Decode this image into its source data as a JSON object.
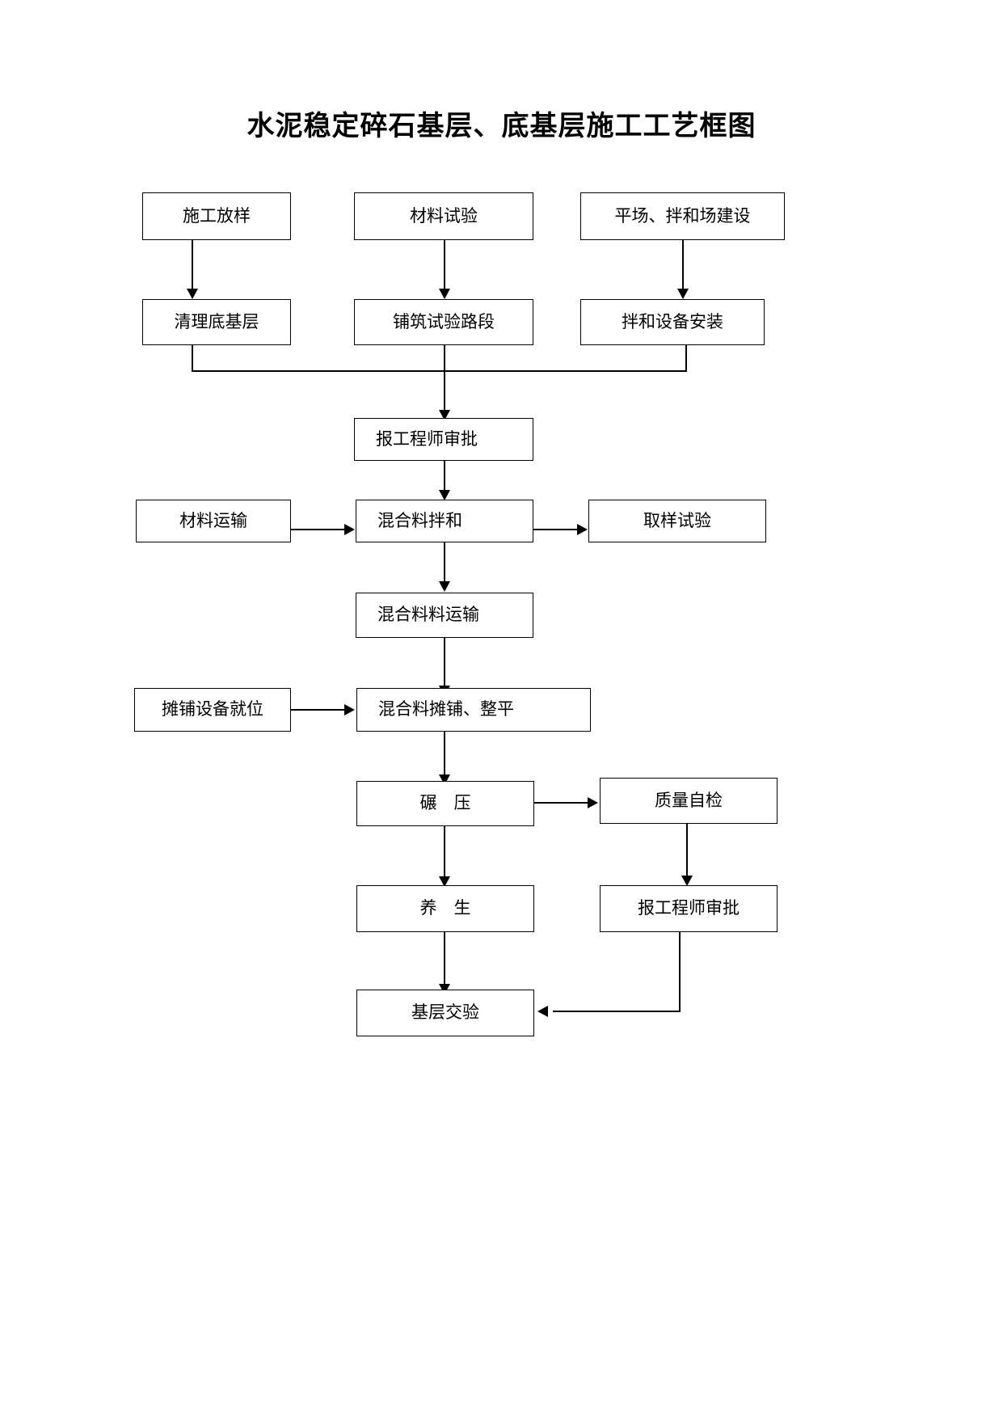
{
  "title": "水泥稳定碎石基层、底基层施工工艺框图",
  "chart_data": {
    "type": "diagram",
    "title": "水泥稳定碎石基层、底基层施工工艺框图",
    "orientation": "top-to-bottom",
    "nodes": [
      {
        "id": "n1",
        "label": "施工放样"
      },
      {
        "id": "n2",
        "label": "材料试验"
      },
      {
        "id": "n3",
        "label": "平场、拌和场建设"
      },
      {
        "id": "n4",
        "label": "清理底基层"
      },
      {
        "id": "n5",
        "label": "铺筑试验路段"
      },
      {
        "id": "n6",
        "label": "拌和设备安装"
      },
      {
        "id": "n7",
        "label": "报工程师审批"
      },
      {
        "id": "n8",
        "label": "材料运输"
      },
      {
        "id": "n9",
        "label": "混合料拌和"
      },
      {
        "id": "n10",
        "label": "取样试验"
      },
      {
        "id": "n11",
        "label": "混合料料运输"
      },
      {
        "id": "n12",
        "label": "摊铺设备就位"
      },
      {
        "id": "n13",
        "label": "混合料摊铺、整平"
      },
      {
        "id": "n14",
        "label": "碾　压"
      },
      {
        "id": "n15",
        "label": "质量自检"
      },
      {
        "id": "n16",
        "label": "养　生"
      },
      {
        "id": "n17",
        "label": "报工程师审批"
      },
      {
        "id": "n18",
        "label": "基层交验"
      }
    ],
    "edges": [
      {
        "from": "n1",
        "to": "n4",
        "dir": "down"
      },
      {
        "from": "n2",
        "to": "n5",
        "dir": "down"
      },
      {
        "from": "n3",
        "to": "n6",
        "dir": "down"
      },
      {
        "from": "n4",
        "to": "n7",
        "dir": "down"
      },
      {
        "from": "n5",
        "to": "n7",
        "dir": "down"
      },
      {
        "from": "n6",
        "to": "n7",
        "dir": "down"
      },
      {
        "from": "n7",
        "to": "n9",
        "dir": "down"
      },
      {
        "from": "n8",
        "to": "n9",
        "dir": "right"
      },
      {
        "from": "n9",
        "to": "n10",
        "dir": "right"
      },
      {
        "from": "n9",
        "to": "n11",
        "dir": "down"
      },
      {
        "from": "n11",
        "to": "n13",
        "dir": "down"
      },
      {
        "from": "n12",
        "to": "n13",
        "dir": "right"
      },
      {
        "from": "n13",
        "to": "n14",
        "dir": "down"
      },
      {
        "from": "n14",
        "to": "n15",
        "dir": "right"
      },
      {
        "from": "n14",
        "to": "n16",
        "dir": "down"
      },
      {
        "from": "n15",
        "to": "n17",
        "dir": "down"
      },
      {
        "from": "n16",
        "to": "n18",
        "dir": "down"
      },
      {
        "from": "n17",
        "to": "n18",
        "dir": "left"
      }
    ]
  }
}
